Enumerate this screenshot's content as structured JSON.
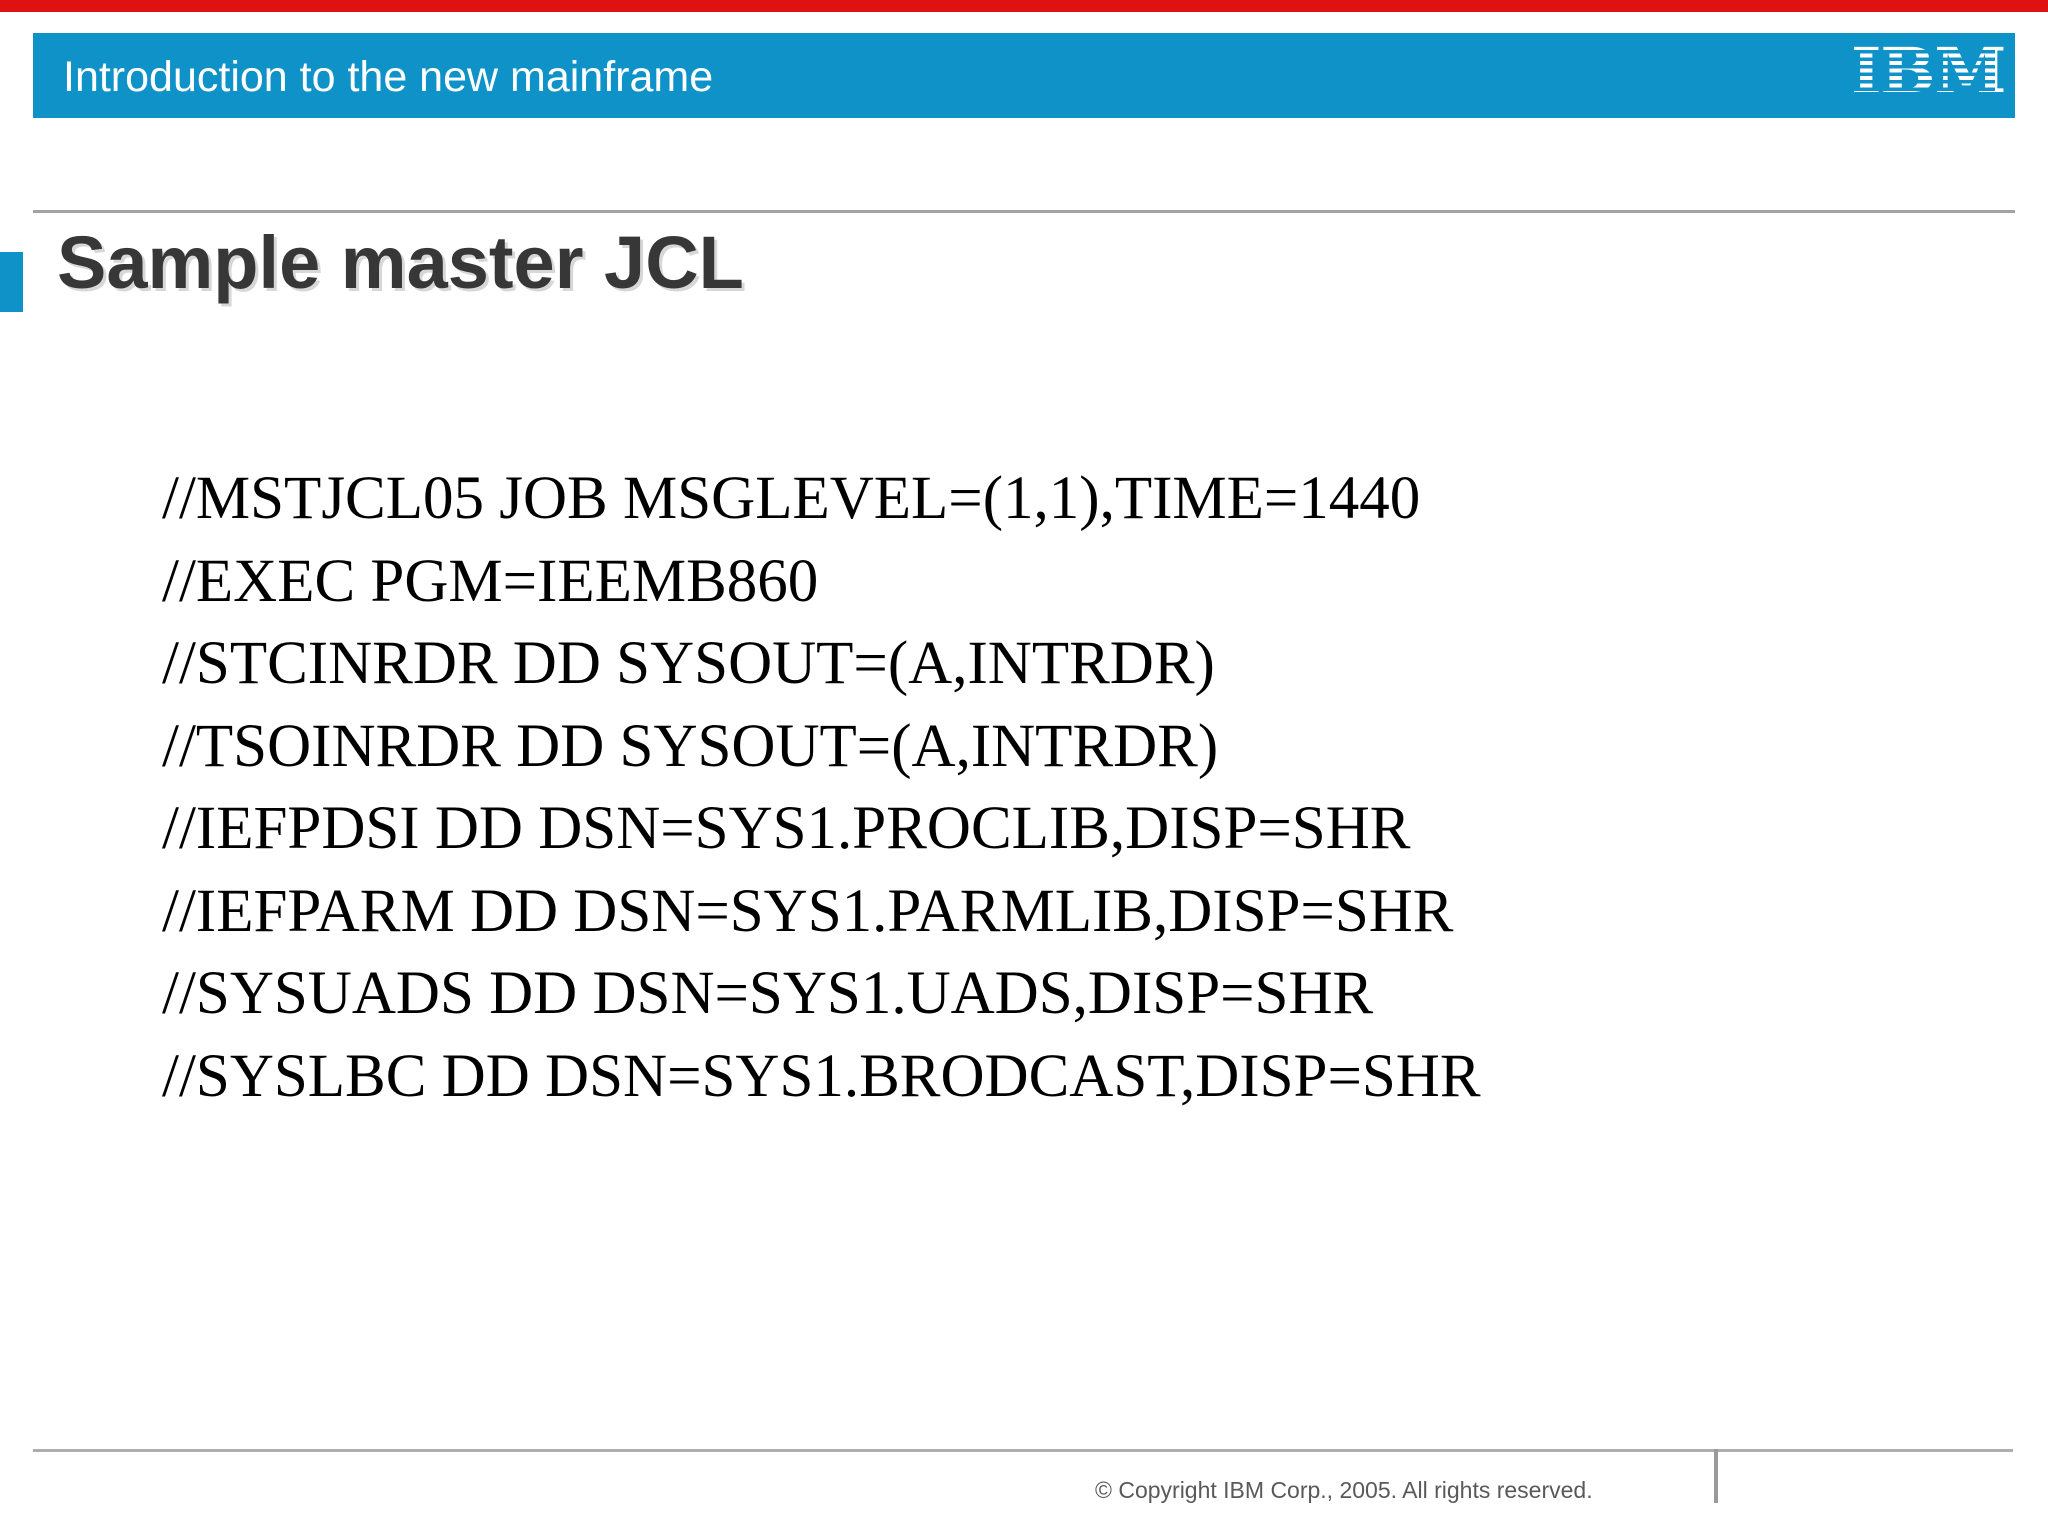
{
  "top_bar": {
    "color": "#e01111"
  },
  "header": {
    "bar_color": "#0f92c8",
    "course_title": "Introduction to the new mainframe",
    "logo_text": "IBM"
  },
  "slide": {
    "title": "Sample master JCL",
    "accent_color": "#0f92c8",
    "title_color": "#373737"
  },
  "code": {
    "lines": [
      "//MSTJCL05 JOB MSGLEVEL=(1,1),TIME=1440",
      "//EXEC PGM=IEEMB860",
      "//STCINRDR DD SYSOUT=(A,INTRDR)",
      "//TSOINRDR DD SYSOUT=(A,INTRDR)",
      "//IEFPDSI DD DSN=SYS1.PROCLIB,DISP=SHR",
      "//IEFPARM DD DSN=SYS1.PARMLIB,DISP=SHR",
      "//SYSUADS DD DSN=SYS1.UADS,DISP=SHR",
      "//SYSLBC DD DSN=SYS1.BRODCAST,DISP=SHR"
    ]
  },
  "footer": {
    "copyright": "© Copyright IBM Corp., 2005. All rights reserved."
  }
}
